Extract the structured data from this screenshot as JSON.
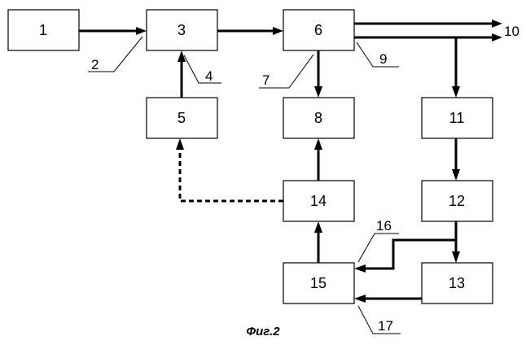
{
  "blocks": {
    "b1": "1",
    "b3": "3",
    "b5": "5",
    "b6": "6",
    "b8": "8",
    "b11": "11",
    "b12": "12",
    "b13": "13",
    "b14": "14",
    "b15": "15"
  },
  "refs": {
    "r2": "2",
    "r4": "4",
    "r7": "7",
    "r9": "9",
    "r10": "10",
    "r16": "16",
    "r17": "17"
  },
  "caption": "Фиг.2"
}
